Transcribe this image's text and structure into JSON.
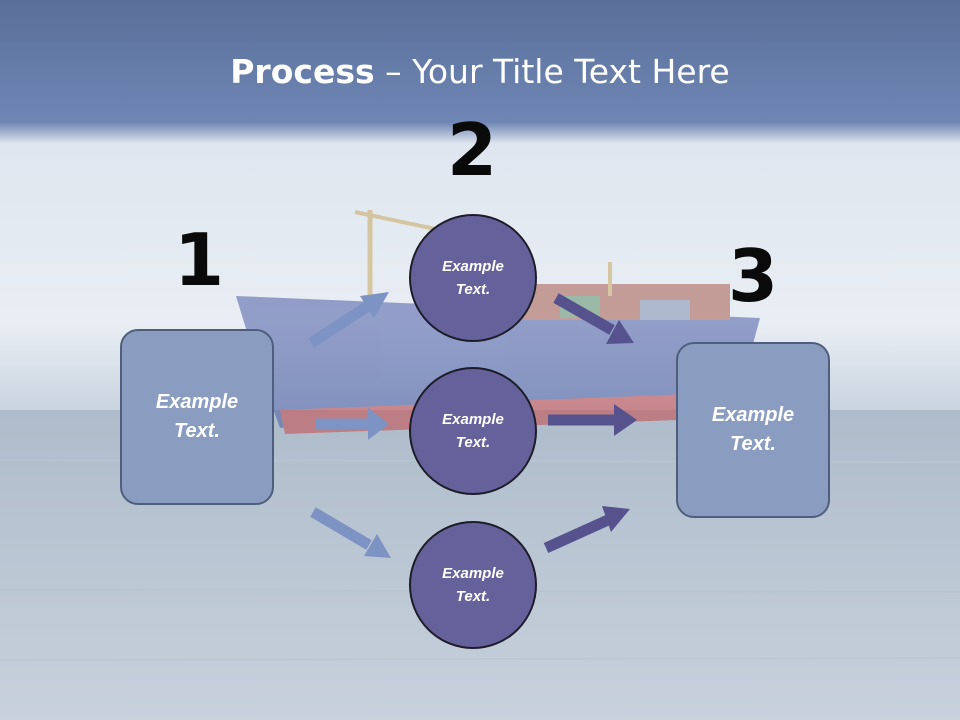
{
  "title": {
    "bold": "Process",
    "rest": " – Your Title Text Here"
  },
  "steps": {
    "one": "1",
    "two": "2",
    "three": "3"
  },
  "nodes": {
    "left_box": "Example Text.",
    "circle_top": "Example Text.",
    "circle_mid": "Example Text.",
    "circle_bottom": "Example Text.",
    "right_box": "Example Text."
  },
  "colors": {
    "box_fill": "#8a9dc0",
    "circle_fill": "#65619a",
    "arrow_light": "#7d93c4",
    "arrow_dark": "#55528e"
  }
}
